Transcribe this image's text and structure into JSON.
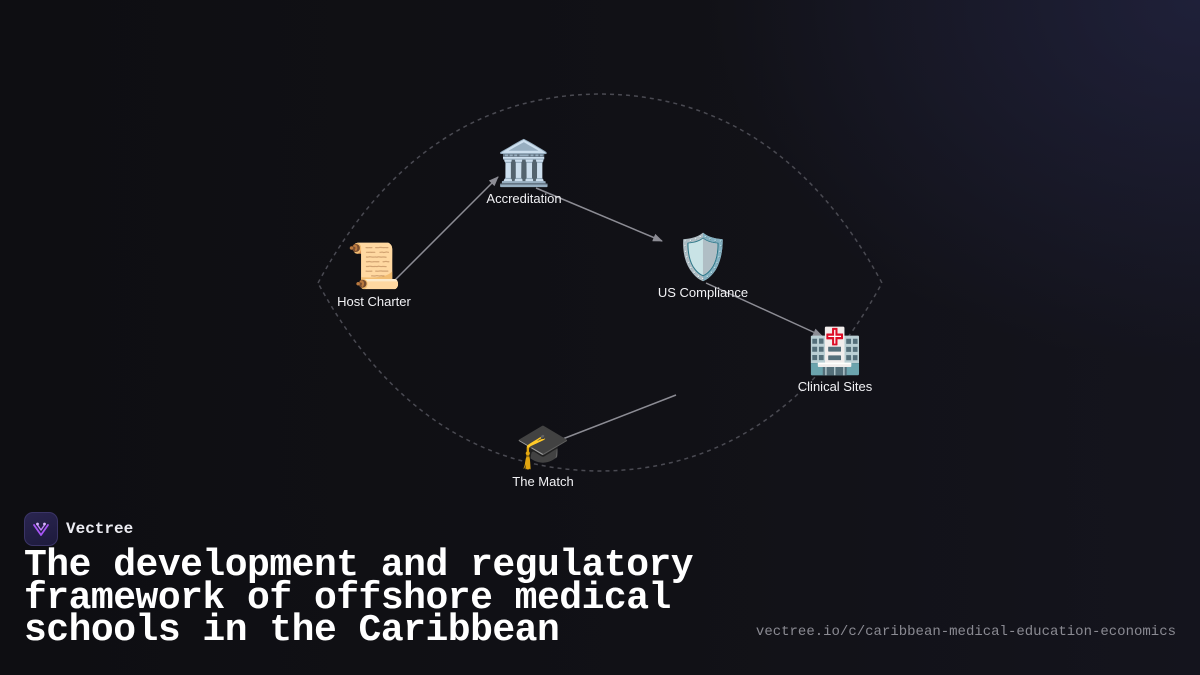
{
  "brand": {
    "name": "Vectree",
    "logo_icon": "vectree-logo-icon"
  },
  "headline": "The development and regulatory framework of offshore medical schools in the Caribbean",
  "source_url": "vectree.io/c/caribbean-medical-education-economics",
  "diagram": {
    "nodes": [
      {
        "id": "host-charter",
        "label": "Host Charter",
        "icon": "scroll-icon",
        "glyph": "📜"
      },
      {
        "id": "accreditation",
        "label": "Accreditation",
        "icon": "classical-building-icon",
        "glyph": "🏛️"
      },
      {
        "id": "us-compliance",
        "label": "US Compliance",
        "icon": "shield-icon",
        "glyph": "🛡️"
      },
      {
        "id": "clinical-sites",
        "label": "Clinical Sites",
        "icon": "hospital-icon",
        "glyph": "🏥"
      },
      {
        "id": "the-match",
        "label": "The Match",
        "icon": "graduation-cap-icon",
        "glyph": "🎓"
      }
    ],
    "edges": [
      {
        "from": "host-charter",
        "to": "accreditation"
      },
      {
        "from": "accreditation",
        "to": "us-compliance"
      },
      {
        "from": "us-compliance",
        "to": "clinical-sites"
      },
      {
        "from": "the-match",
        "to": "clinical-sites"
      }
    ],
    "colors": {
      "edge": "#8c8c94",
      "cycle_ring": "#4a4a52",
      "accent": "#a855f7"
    }
  }
}
